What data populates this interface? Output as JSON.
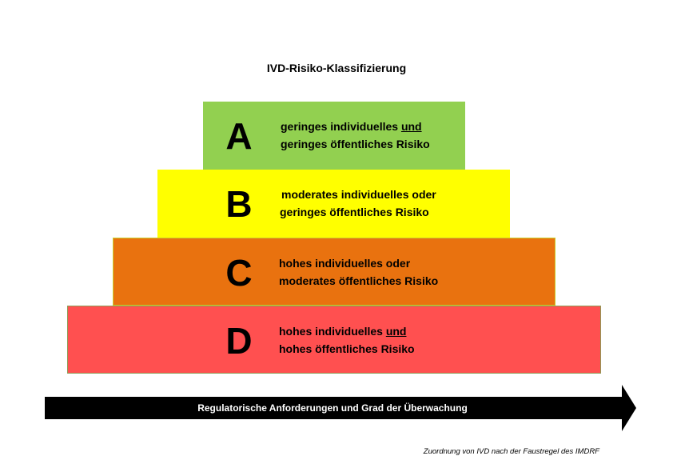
{
  "title": "IVD-Risiko-Klassifizierung",
  "tiers": [
    {
      "letter": "A",
      "line1_pre": "geringes individuelles ",
      "line1_em": "und",
      "line2": "geringes öffentliches Risiko",
      "color": "#92d050"
    },
    {
      "letter": "B",
      "line1_pre": "moderates individuelles oder",
      "line1_em": "",
      "line2": "geringes öffentliches Risiko",
      "color": "#ffff00"
    },
    {
      "letter": "C",
      "line1_pre": "hohes individuelles oder",
      "line1_em": "",
      "line2": "moderates öffentliches Risiko",
      "color": "#e9720f"
    },
    {
      "letter": "D",
      "line1_pre": "hohes individuelles ",
      "line1_em": "und",
      "line2": "hohes öffentliches Risiko",
      "color": "#ff5050"
    }
  ],
  "arrow": {
    "label": "Regulatorische Anforderungen und Grad der Überwachung",
    "color": "#000000"
  },
  "caption": "Zuordnung von IVD nach der Faustregel des IMDRF"
}
